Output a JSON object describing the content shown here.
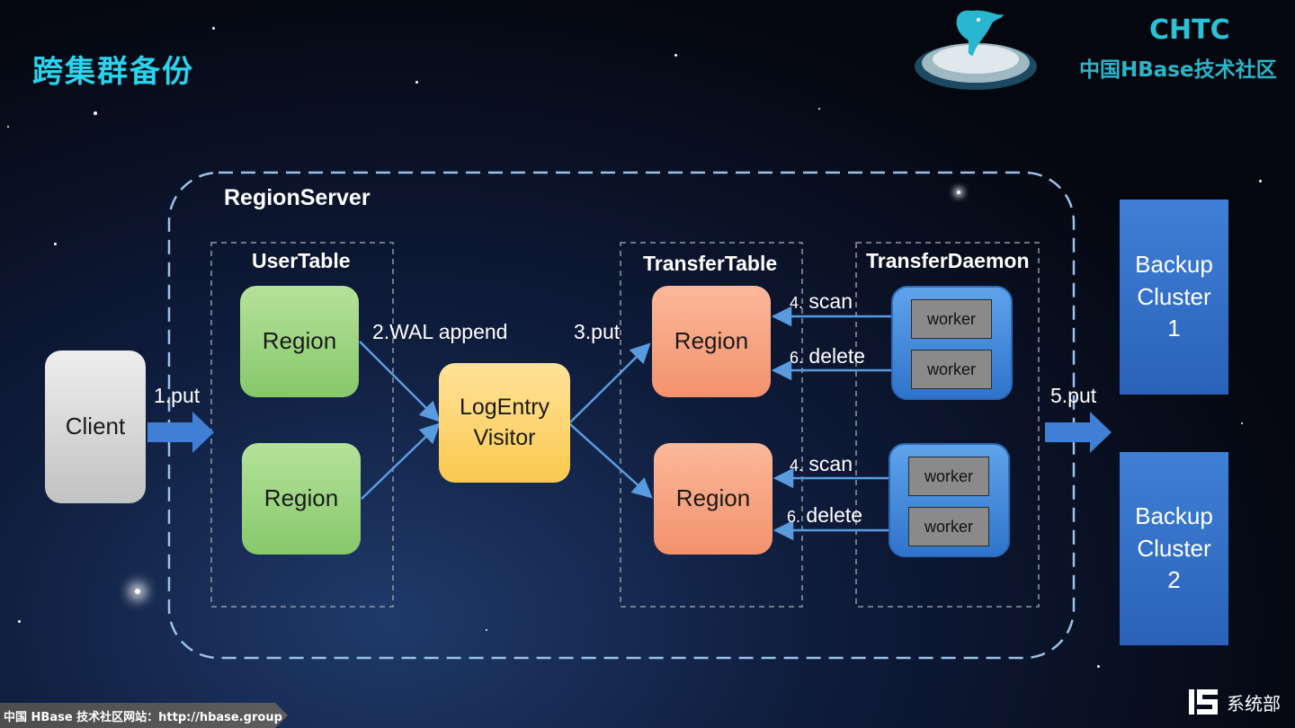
{
  "header": {
    "title": "跨集群备份",
    "brand_name": "CHTC",
    "brand_subtitle": "中国HBase技术社区"
  },
  "diagram": {
    "regionserver_label": "RegionServer",
    "usertable_label": "UserTable",
    "transfertable_label": "TransferTable",
    "transferdaemon_label": "TransferDaemon",
    "client": "Client",
    "user_region_1": "Region",
    "user_region_2": "Region",
    "visitor": "LogEntry\nVisitor",
    "transfer_region_1": "Region",
    "transfer_region_2": "Region",
    "workers": [
      "worker",
      "worker",
      "worker",
      "worker"
    ],
    "backup_1": "Backup\nCluster\n1",
    "backup_2": "Backup\nCluster\n2",
    "edges": {
      "put1": "1.put",
      "wal": "2.WAL append",
      "put3": "3.put",
      "scan_num": "4.",
      "scan": "scan",
      "delete_num": "6.",
      "delete": "delete",
      "put5": "5.put"
    }
  },
  "footer": {
    "site_text": "中国 HBase 技术社区网站：http://hbase.group",
    "dept": "系统部"
  }
}
